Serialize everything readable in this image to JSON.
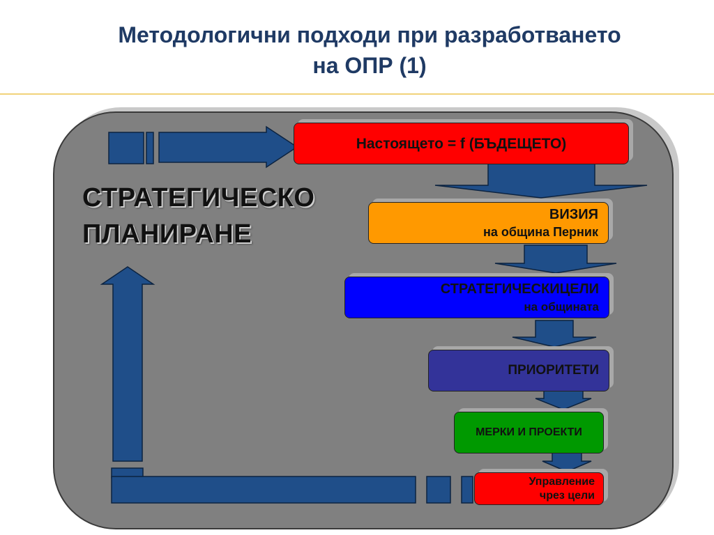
{
  "slide": {
    "title_line1": "Методологични подходи при разработването",
    "title_line2": "на ОПР (1)"
  },
  "diagram": {
    "main_label_line1": "СТРАТЕГИЧЕСКО",
    "main_label_line2": "ПЛАНИРАНЕ",
    "steps": [
      {
        "line1": "Настоящето = f (БЪДЕЩЕТО)",
        "line2": "",
        "color": "#ff0000"
      },
      {
        "line1": "ВИЗИЯ",
        "line2": "на община Перник",
        "color": "#ff9900"
      },
      {
        "line1": "СТРАТЕГИЧЕСКИЦЕЛИ",
        "line2": "на общината",
        "color": "#0000ff"
      },
      {
        "line1": "ПРИОРИТЕТИ",
        "line2": "",
        "color": "#333399"
      },
      {
        "line1": "МЕРКИ И ПРОЕКТИ",
        "line2": "",
        "color": "#009900"
      },
      {
        "line1": "Управление",
        "line2": "чрез цели",
        "color": "#ff0000"
      }
    ],
    "arrow_color": "#1f4e89"
  }
}
